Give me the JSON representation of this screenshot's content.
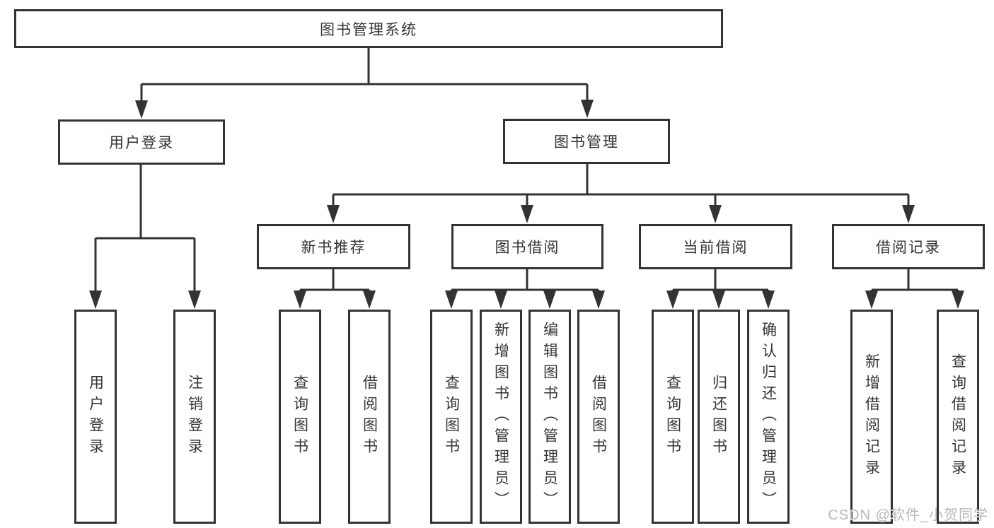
{
  "diagram": {
    "root": {
      "label": "图书管理系统"
    },
    "level2": [
      {
        "label": "用户登录"
      },
      {
        "label": "图书管理"
      }
    ],
    "level3": [
      {
        "label": "新书推荐",
        "parent": "图书管理"
      },
      {
        "label": "图书借阅",
        "parent": "图书管理"
      },
      {
        "label": "当前借阅",
        "parent": "图书管理"
      },
      {
        "label": "借阅记录",
        "parent": "图书管理"
      }
    ],
    "leaves": [
      {
        "label": "用户登录",
        "parent": "用户登录"
      },
      {
        "label": "注销登录",
        "parent": "用户登录"
      },
      {
        "label": "查询图书",
        "parent": "新书推荐"
      },
      {
        "label": "借阅图书",
        "parent": "新书推荐"
      },
      {
        "label": "查询图书",
        "parent": "图书借阅"
      },
      {
        "label": "新增图书（管理员）",
        "parent": "图书借阅"
      },
      {
        "label": "编辑图书（管理员）",
        "parent": "图书借阅"
      },
      {
        "label": "借阅图书",
        "parent": "图书借阅"
      },
      {
        "label": "查询图书",
        "parent": "当前借阅"
      },
      {
        "label": "归还图书",
        "parent": "当前借阅"
      },
      {
        "label": "确认归还（管理员）",
        "parent": "当前借阅"
      },
      {
        "label": "新增借阅记录",
        "parent": "借阅记录"
      },
      {
        "label": "查询借阅记录",
        "parent": "借阅记录"
      }
    ],
    "colors": {
      "line": "#333333",
      "box_border": "#333333",
      "box_fill": "#ffffff",
      "text": "#333333"
    }
  },
  "watermark": {
    "text": "CSDN @软件_小贺同学",
    "color": "#b5b8bb"
  }
}
